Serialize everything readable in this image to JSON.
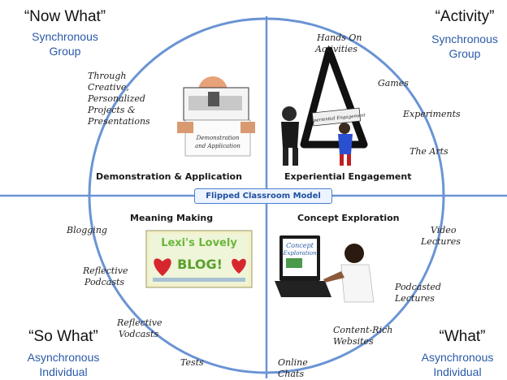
{
  "center": {
    "label": "Flipped Classroom Model"
  },
  "corners": {
    "top_left": {
      "title": "“Now What”",
      "line1": "Synchronous",
      "line2": "Group"
    },
    "top_right": {
      "title": "“Activity”",
      "line1": "Synchronous",
      "line2": "Group"
    },
    "bottom_left": {
      "title": "“So What”",
      "line1": "Asynchronous",
      "line2": "Individual"
    },
    "bottom_right": {
      "title": "“What”",
      "line1": "Asynchronous",
      "line2": "Individual"
    }
  },
  "quadrants": {
    "top_left": {
      "label": "Demonstration & Application",
      "items": [
        "Through",
        "Creative,",
        "Personalized",
        "Projects &",
        "Presentations"
      ],
      "photo_caption": [
        "Demonstration",
        "and Application"
      ]
    },
    "top_right": {
      "label": "Experiential Engagement",
      "items": [
        "Hands On",
        "Activities",
        "Games",
        "Experiments",
        "The Arts"
      ],
      "photo_caption": "Experiential Engagement"
    },
    "bottom_left": {
      "label": "Meaning Making",
      "items": [
        "Blogging",
        "Reflective",
        "Podcasts",
        "Reflective",
        "Vodcasts",
        "Tests"
      ],
      "photo_caption": [
        "Lexi's Lovely",
        "BLOG!"
      ]
    },
    "bottom_right": {
      "label": "Concept Exploration",
      "items": [
        "Video",
        "Lectures",
        "Podcasted",
        "Lectures",
        "Content-Rich",
        "Websites",
        "Online",
        "Chats"
      ],
      "photo_caption": [
        "Concept",
        "Exploration"
      ]
    }
  },
  "colors": {
    "circle": "#4a7fd0",
    "accent_text": "#2a5aa8",
    "heart": "#d8262e",
    "blog_green": "#6cb63c"
  }
}
